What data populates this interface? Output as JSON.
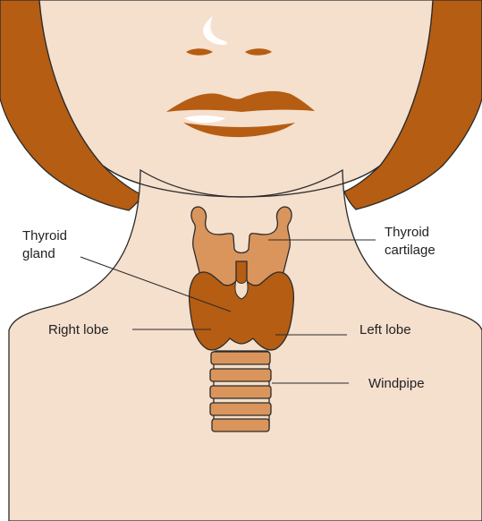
{
  "labels": {
    "thyroid_gland": [
      "Thyroid",
      "gland"
    ],
    "thyroid_cartilage": [
      "Thyroid",
      "cartilage"
    ],
    "right_lobe": "Right lobe",
    "left_lobe": "Left lobe",
    "windpipe": "Windpipe"
  },
  "colors": {
    "skin": "#f5dfcd",
    "hair": "#b55d12",
    "thyroid": "#b55d12",
    "cartilage": "#d9955c",
    "windpipe_ring": "#d9955c",
    "windpipe_gap": "#f3dfc9",
    "outline": "#2b2b2b",
    "label_text": "#222222"
  }
}
